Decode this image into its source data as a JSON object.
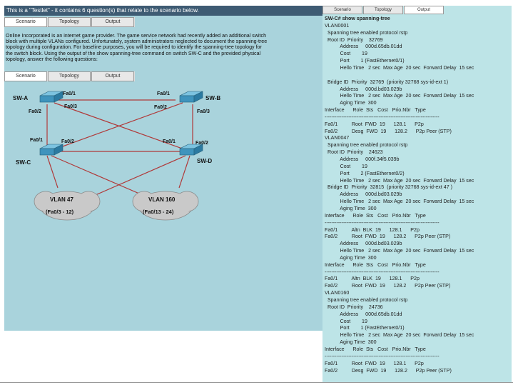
{
  "header": {
    "title": "This is a \"Testlet\" - it contains 6 question(s) that relate to the scenario below."
  },
  "tabs": [
    "Scenario",
    "Topology",
    "Output"
  ],
  "scenario_lines": [
    "Online Incorporated is an internet game provider.  The game service network had recently added an additional switch",
    "block with multiple VLANs configured.  Unfortunately, system administrators neglected to document the spanning-tree",
    "topology during configuration.  For baseline purposes, you will be required to identify the spanning-tree topology for",
    "the switch block.  Using the output of the show spanning-tree command on switch SW-C and the provided physical",
    "topology, answer the following questions:"
  ],
  "topology": {
    "switches": [
      {
        "id": "sw-a",
        "label": "SW-A"
      },
      {
        "id": "sw-b",
        "label": "SW-B"
      },
      {
        "id": "sw-c",
        "label": "SW-C"
      },
      {
        "id": "sw-d",
        "label": "SW-D"
      }
    ],
    "ports": [
      "Fa0/1",
      "Fa0/3",
      "Fa0/2",
      "Fa0/1",
      "Fa0/2",
      "Fa0/3",
      "Fa0/1",
      "Fa0/2",
      "Fa0/1",
      "Fa0/2"
    ],
    "clouds": [
      {
        "name": "VLAN 47",
        "range": "(Fa0/3 - 12)"
      },
      {
        "name": "VLAN 160",
        "range": "(Fa0/13 - 24)"
      }
    ]
  },
  "output_lines": [
    "SW-C# show spanning-tree",
    "VLAN0001",
    "  Spanning tree enabled protocol rstp",
    "  Root ID  Priority    32769",
    "           Address     000d.65db.01dd",
    "           Cost        19",
    "           Port        1 (FastEthernet0/1)",
    "           Hello Time   2 sec  Max Age  20 sec  Forward Delay  15 sec",
    "",
    "  Bridge ID  Priority  32769  (priority 32768 sys-id-ext 1)",
    "           Address     000d.bd03.029b",
    "           Hello Time   2 sec  Max Age  20 sec  Forward Delay  15 sec",
    "           Aging Time  300",
    "Interface      Role  Sts   Cost   Prio.Nbr   Type",
    "--------------------------------------------------------------------",
    "Fa0/1          Root  FWD  19      128.1      P2p",
    "Fa0/2          Desg  FWD  19      128.2      P2p Peer (STP)",
    "VLAN0047",
    "  Spanning tree enabled protocol rstp",
    "  Root ID  Priority    24623",
    "           Address     000f.34f5.039b",
    "           Cost        19",
    "           Port        2 (FastEthernet0/2)",
    "           Hello Time   2 sec  Max Age  20 sec  Forward Delay  15 sec",
    "  Bridge ID  Priority  32815  (priority 32768 sys-id-ext 47 )",
    "           Address     000d.bd03.029b",
    "           Hello Time   2 sec  Max Age  20 sec  Forward Delay  15 sec",
    "           Aging Time  300",
    "Interface      Role  Sts   Cost   Prio.Nbr   Type",
    "--------------------------------------------------------------------",
    "Fa0/1          Altn  BLK  19      128.1      P2p",
    "Fa0/2          Root  FWD  19      128.2      P2p Peer (STP)",
    "           Address     000d.bd03.029b",
    "           Hello Time   2 sec  Max Age  20 sec  Forward Delay  15 sec",
    "           Aging Time  300",
    "Interface      Role  Sts   Cost   Prio.Nbr   Type",
    "--------------------------------------------------------------------",
    "Fa0/1          Altn  BLK  19      128.1      P2p",
    "Fa0/2          Root  FWD  19      128.2      P2p Peer (STP)",
    "VLAN0160",
    "  Spanning tree enabled protocol rstp",
    "  Root ID  Priority    24736",
    "           Address     000d.65db.01dd",
    "           Cost        19",
    "           Port        1 (FastEthernet0/1)",
    "           Hello Time   2 sec  Max Age  20 sec  Forward Delay  15 sec",
    "           Aging Time  300",
    "Interface      Role  Sts   Cost   Prio.Nbr   Type",
    "--------------------------------------------------------------------",
    "Fa0/1          Root  FWD  19      128.1      P2p",
    "Fa0/2          Desg  FWD  19      128.2      P2p Peer (STP)"
  ],
  "colors": {
    "title_bar": "#3e5b73",
    "panel_bg": "#a9d3dc",
    "output_bg": "#bde4e7",
    "link": "#b03a3a",
    "switch": "#4aa3c9"
  }
}
